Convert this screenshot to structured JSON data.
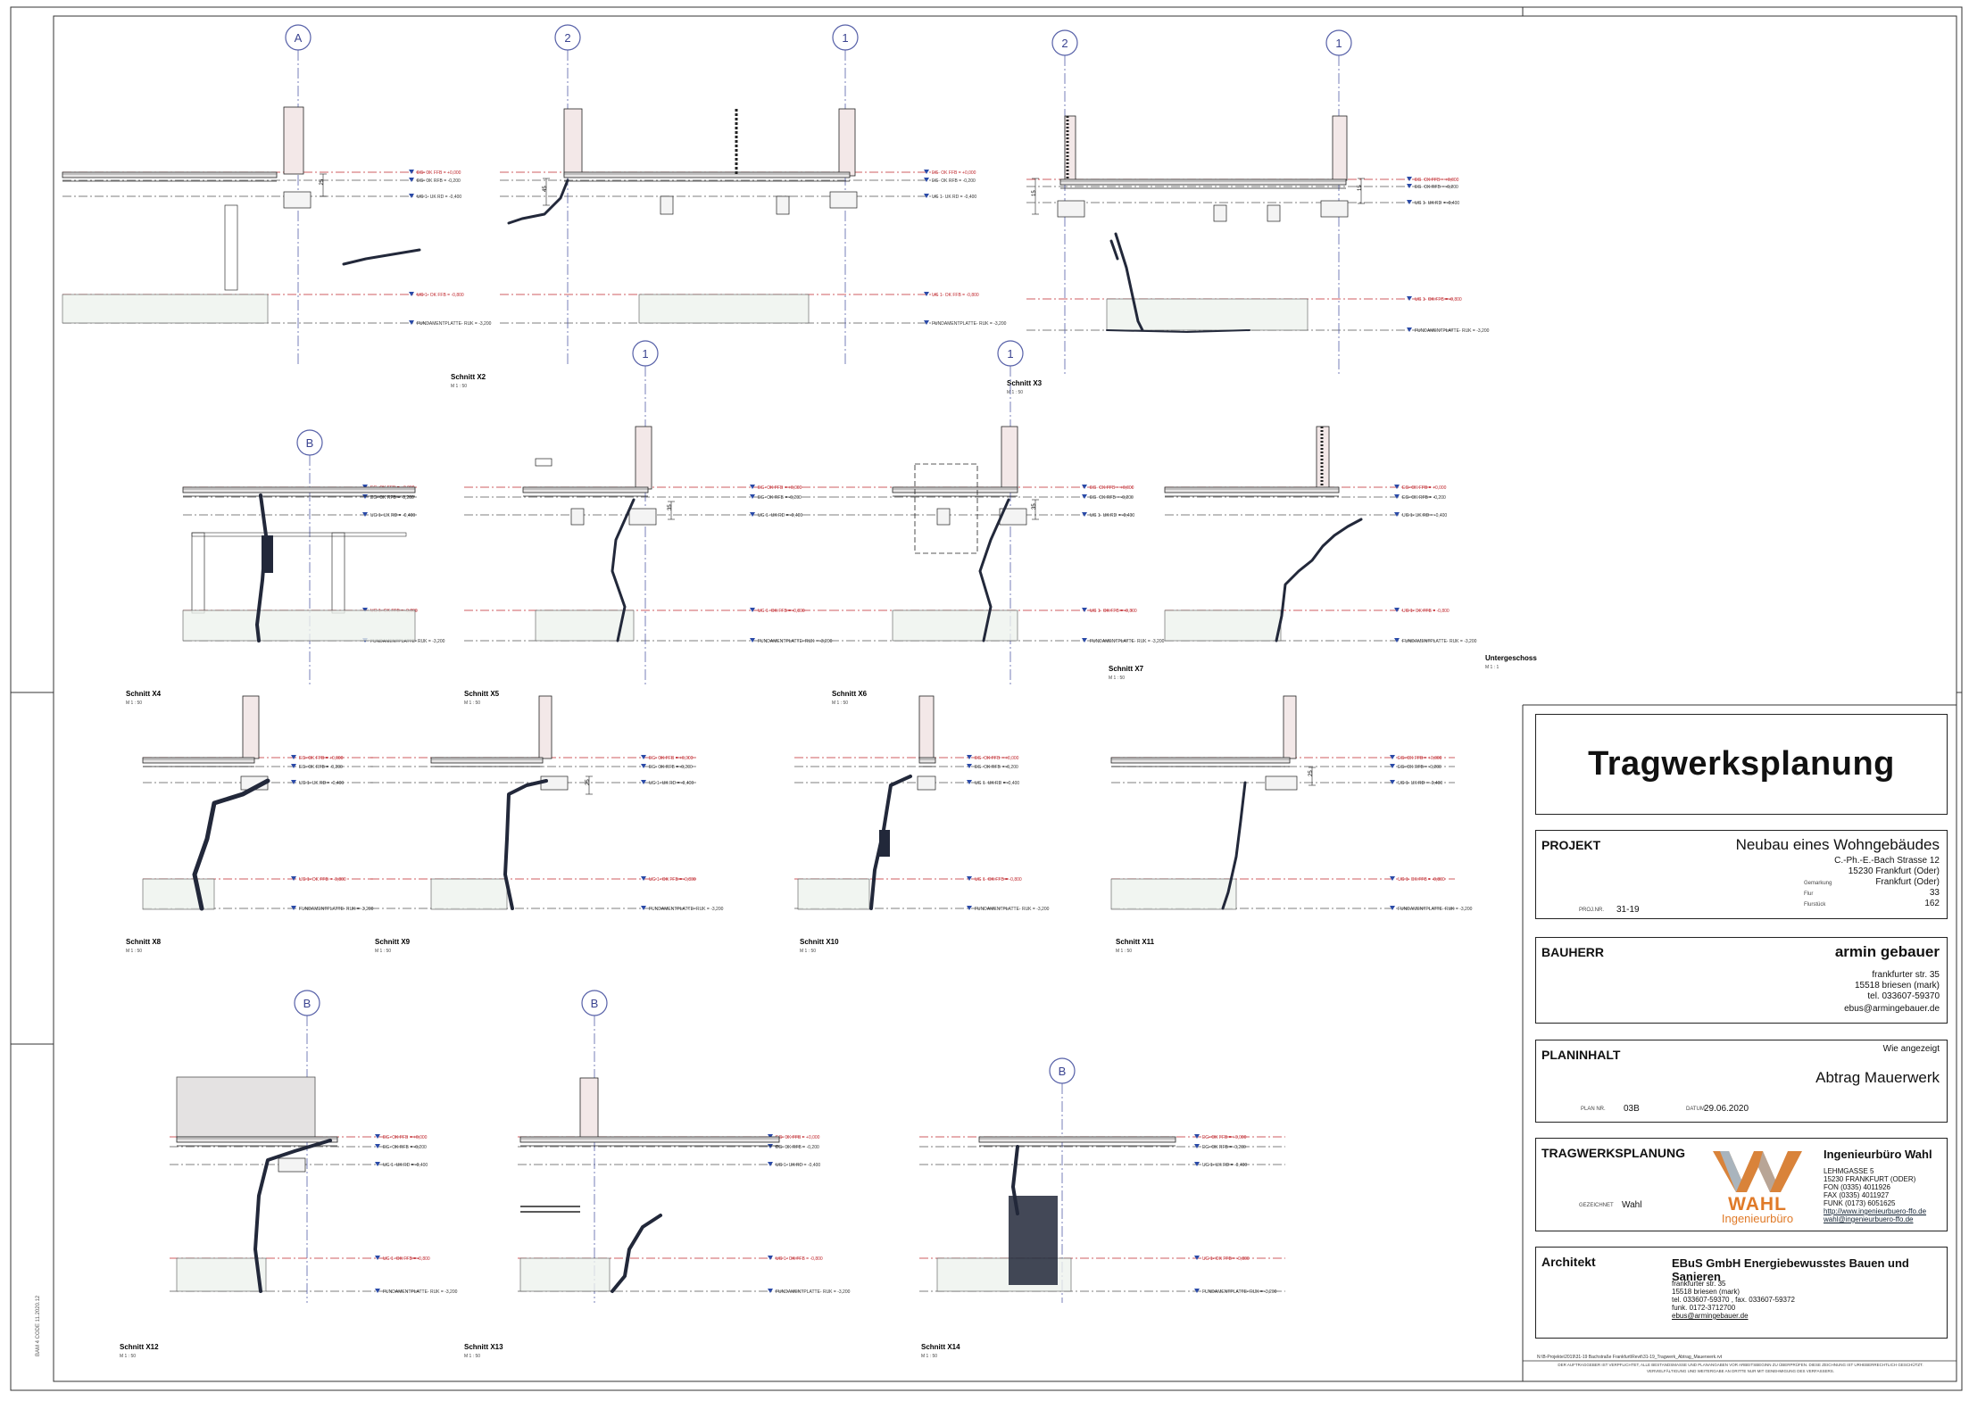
{
  "title_block": {
    "title": "Tragwerksplanung",
    "projekt": {
      "label": "PROJEKT",
      "name": "Neubau eines Wohngebäudes",
      "address1": "C.-Ph.-E.-Bach Strasse 12",
      "address2": "15230 Frankfurt (Oder)",
      "gemarkung_label": "Gemarkung",
      "gemarkung": "Frankfurt (Oder)",
      "flur_label": "Flur",
      "flur": "33",
      "flurstueck_label": "Flurstück",
      "flurstueck": "162",
      "projnr_label": "PROJ.NR.",
      "projnr": "31-19"
    },
    "bauherr": {
      "label": "BAUHERR",
      "name": "armin gebauer",
      "street": "frankfurter str. 35",
      "city": "15518 briesen (mark)",
      "tel": "tel. 033607-59370",
      "email": "ebus@armingebauer.de"
    },
    "planinhalt": {
      "label": "PLANINHALT",
      "scale": "Wie angezeigt",
      "content": "Abtrag Mauerwerk",
      "plannr_label": "PLAN NR.",
      "plannr": "03B",
      "datum_label": "DATUM",
      "datum": "29.06.2020"
    },
    "tragwerksplanung": {
      "label": "TRAGWERKSPLANUNG",
      "gezeichnet_label": "GEZEICHNET",
      "gezeichnet": "Wahl",
      "office": "Ingenieurbüro Wahl",
      "logo_text1": "WAHL",
      "logo_text2": "Ingenieurbüro",
      "street": "LEHMGASSE 5",
      "city": "15230 FRANKFURT (ODER)",
      "fon": "FON  (0335) 4011926",
      "fax": "FAX  (0335) 4011927",
      "funk": "FUNK (0173) 6051625",
      "web": "http://www.ingenieurbuero-ffo.de",
      "email": "wahl@ingenieurbuero-ffo.de"
    },
    "architekt": {
      "label": "Architekt",
      "name": "EBuS GmbH Energiebewusstes Bauen und Sanieren",
      "street": "frankfurter str. 35",
      "city": "15518 briesen (mark)",
      "telfax": "tel. 033607-59370 , fax. 033607-59372",
      "funk": "funk. 0172-3712700",
      "email": "ebus@armingebauer.de"
    }
  },
  "levels": {
    "eg_ok_ffb": "EG- OK FFB = +0,000",
    "eg_ok_rfb": "EG- OK RFB = -0,200",
    "ug_uk_rd": "UG 1- UK RD = -0,400",
    "ug_ok_ffb": "UG 1- OK FFB = -0,800",
    "fundament": "FUNDAMENTPLATTE- RUK = -3,200"
  },
  "dims": {
    "d15": "15",
    "d25": "25",
    "d35": "35",
    "d45": "45"
  },
  "sections": {
    "x2": {
      "name": "Schnitt X2",
      "scale": "M 1 : 50"
    },
    "x3": {
      "name": "Schnitt X3",
      "scale": "M 1 : 50"
    },
    "x4": {
      "name": "Schnitt X4",
      "scale": "M 1 : 50"
    },
    "x5": {
      "name": "Schnitt X5",
      "scale": "M 1 : 50"
    },
    "x6": {
      "name": "Schnitt X6",
      "scale": "M 1 : 50"
    },
    "x7": {
      "name": "Schnitt X7",
      "scale": "M 1 : 50"
    },
    "ug": {
      "name": "Untergeschoss",
      "scale": "M 1 : 1"
    },
    "x8": {
      "name": "Schnitt X8",
      "scale": "M 1 : 50"
    },
    "x9": {
      "name": "Schnitt X9",
      "scale": "M 1 : 50"
    },
    "x10": {
      "name": "Schnitt X10",
      "scale": "M 1 : 50"
    },
    "x11": {
      "name": "Schnitt X11",
      "scale": "M 1 : 50"
    },
    "x12": {
      "name": "Schnitt X12",
      "scale": "M 1 : 50"
    },
    "x13": {
      "name": "Schnitt X13",
      "scale": "M 1 : 50"
    },
    "x14": {
      "name": "Schnitt X14",
      "scale": "M 1 : 50"
    }
  },
  "grid": {
    "a": "A",
    "b": "B",
    "one": "1",
    "two": "2"
  },
  "footer": {
    "path": "N:\\B-Projekte\\2019\\31-19 Bachstraße Frankfurt\\Revit\\31-19_Tragwerk_Abtrag_Mauerwerk.rvt",
    "note1": "DER AUFTRAGGEBER IST VERPFLICHTET, ALLE BESTANDSMASSE UND PLANANGABEN VOR ARBEITSBEGINN ZU ÜBERPRÜFEN. DIESE ZEICHNUNG IST URHEBERRECHTLICH GESCHÜTZT.",
    "note2": "VERVIELFÄLTIGUNG UND WEITERGABE AN DRITTE NUR MIT GENEHMIGUNG DES VERFASSERS.",
    "side": "BAM 4 CODE 11.2020.12"
  }
}
